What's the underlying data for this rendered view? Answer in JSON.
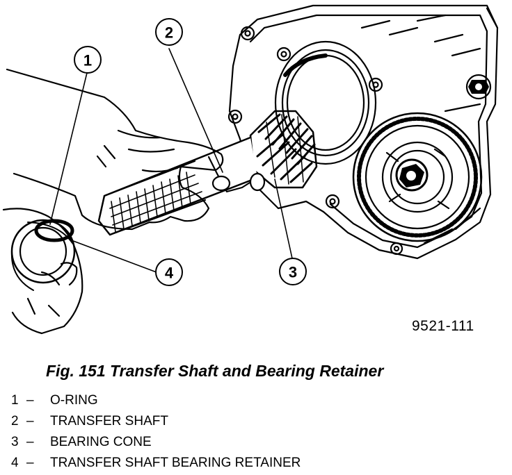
{
  "callouts": [
    "1",
    "2",
    "3",
    "4"
  ],
  "figure_code": "9521-111",
  "caption": "Fig. 151 Transfer Shaft and Bearing Retainer",
  "legend": [
    {
      "num": "1",
      "label": "O-RING"
    },
    {
      "num": "2",
      "label": "TRANSFER SHAFT"
    },
    {
      "num": "3",
      "label": "BEARING CONE"
    },
    {
      "num": "4",
      "label": "TRANSFER SHAFT BEARING RETAINER"
    }
  ],
  "legend_separator": "–"
}
